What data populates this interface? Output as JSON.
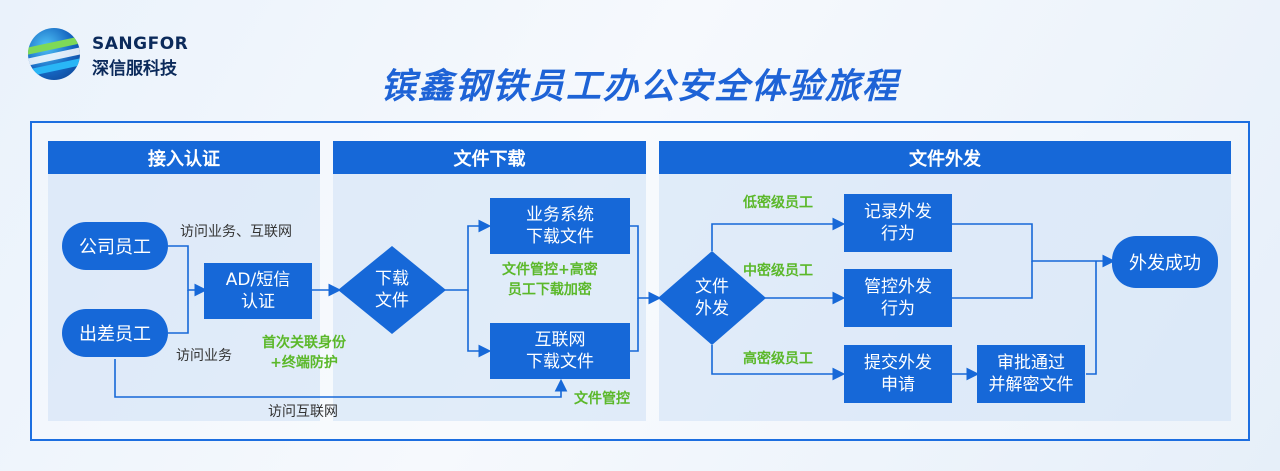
{
  "brand": {
    "name_en": "SANGFOR",
    "name_cn": "深信服科技"
  },
  "title": "镔鑫钢铁员工办公安全体验旅程",
  "sections": {
    "access": "接入认证",
    "download": "文件下载",
    "outbound": "文件外发"
  },
  "nodes": {
    "company_staff": "公司员工",
    "travel_staff": "出差员工",
    "auth": "AD/短信\n认证",
    "download_decision": "下载\n文件",
    "biz_download": "业务系统\n下载文件",
    "net_download": "互联网\n下载文件",
    "outbound_decision": "文件\n外发",
    "record": "记录外发\n行为",
    "control": "管控外发\n行为",
    "submit": "提交外发\n申请",
    "approve": "审批通过\n并解密文件",
    "success": "外发成功"
  },
  "labels": {
    "visit_biz_net": "访问业务、互联网",
    "visit_biz": "访问业务",
    "visit_net": "访问互联网",
    "first_bind": "首次关联身份\n+终端防护",
    "file_control_encrypt": "文件管控+高密\n员工下载加密",
    "file_control": "文件管控",
    "low_level": "低密级员工",
    "mid_level": "中密级员工",
    "high_level": "高密级员工"
  },
  "colors": {
    "primary": "#1668d8",
    "accent_green": "#5bb82a",
    "title": "#1e63d6",
    "brand_text": "#0b2a5b"
  }
}
